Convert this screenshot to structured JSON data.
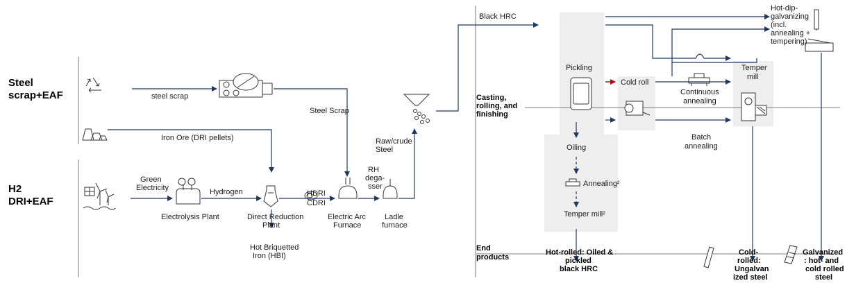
{
  "sections": {
    "steel_scrap_eaf": [
      "Steel",
      "scrap+EAF"
    ],
    "h2_dri_eaf": [
      "H2",
      "DRI+EAF"
    ],
    "casting": [
      "Casting,",
      "rolling, and",
      "finishing"
    ],
    "end_products": [
      "End",
      "products"
    ]
  },
  "flows": {
    "steel_scrap": "steel scrap",
    "iron_ore": "Iron Ore (DRI pellets)",
    "steel_scrap_cap": "Steel Scrap",
    "green_electricity": [
      "Green",
      "Electricity"
    ],
    "hydrogen": "Hydrogen",
    "hdri": "HDRI",
    "cdri": "CDRI",
    "rh_degasser": [
      "RH",
      "dega-",
      "sser"
    ],
    "raw_crude_steel": [
      "Raw/crude",
      "Steel"
    ],
    "black_hrc": "Black HRC"
  },
  "plants": {
    "electrolysis": "Electrolysis Plant",
    "direct_reduction": [
      "Direct Reduction",
      "Plant"
    ],
    "hbi": [
      "Hot Briquetted",
      "Iron (HBI)"
    ],
    "eaf": [
      "Electric Arc",
      "Furnace"
    ],
    "ladle": [
      "Ladle",
      "furnace"
    ]
  },
  "finishing": {
    "pickling": "Pickling",
    "oiling": "Oiling",
    "annealing": "Annealing²",
    "temper_mill_2": "Temper mill²",
    "cold_roll": "Cold roll",
    "continuous_annealing": [
      "Continuous",
      "annealing"
    ],
    "batch_annealing": [
      "Batch",
      "annealing"
    ],
    "temper_mill": [
      "Temper",
      "mill"
    ],
    "hot_dip": [
      "Hot-dip-",
      "galvanizing",
      "(incl.",
      "annealing +",
      "tempering)"
    ]
  },
  "products": {
    "hot_rolled": [
      "Hot-rolled: Oiled &",
      "pickled",
      "black HRC"
    ],
    "cold_rolled": [
      "Cold-",
      "rolled:",
      "Ungalvan",
      "ized steel"
    ],
    "galvanized": [
      "Galvanized",
      ": hot- and",
      "cold rolled",
      "steel"
    ]
  },
  "colors": {
    "line": "#1f3864",
    "accent_arrow": "#c00000",
    "panel": "#eeeeee"
  },
  "icons": [
    "recycle-icon",
    "ore-pile-icon",
    "wind-solar-icon",
    "electrolyzer-icon",
    "shaft-furnace-icon",
    "pellets-icon",
    "eaf-icon",
    "ladle-icon",
    "tundish-icon",
    "scrap-shredder-icon",
    "coil-icon",
    "roll-stand-icon",
    "annealing-furnace-icon",
    "temper-mill-icon",
    "galvanizing-bath-icon",
    "steel-bar-icon",
    "coil-stack-icon"
  ]
}
